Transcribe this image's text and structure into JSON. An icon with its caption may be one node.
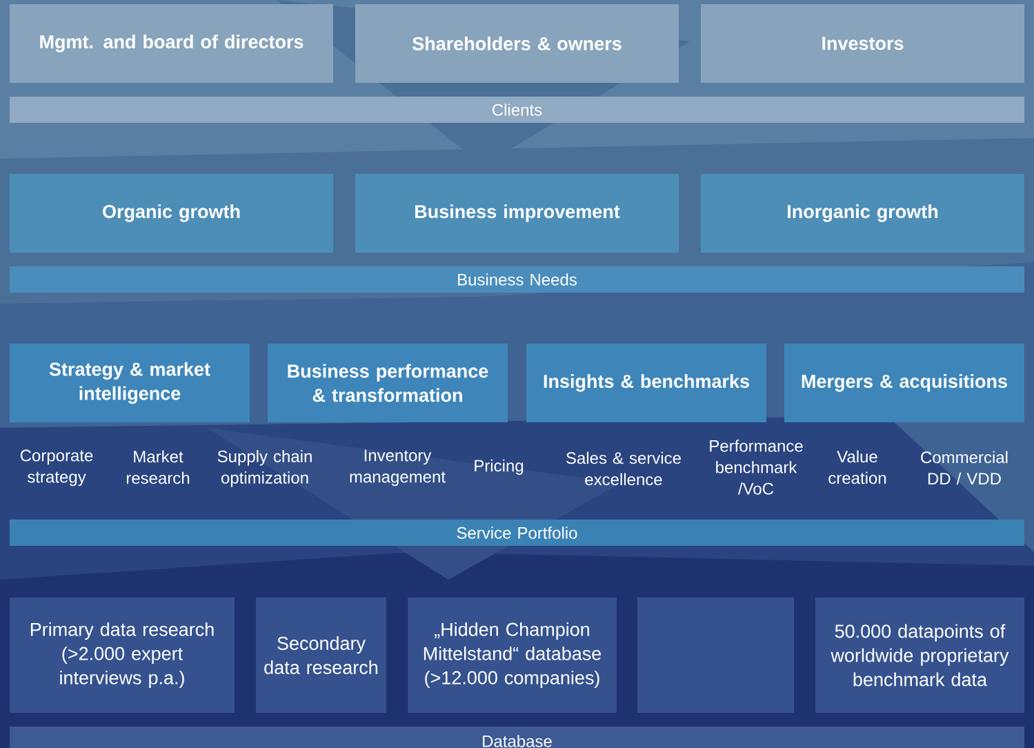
{
  "diagram": {
    "nodes": [
      {
        "text": [
          "Mgmt. and board of directors"
        ]
      },
      {
        "text": [
          "Shareholders & owners"
        ]
      },
      {
        "text": [
          "Investors"
        ]
      },
      {
        "text": [
          "Clients"
        ]
      },
      {
        "text": [
          "Organic growth"
        ]
      },
      {
        "text": [
          "Business improvement"
        ]
      },
      {
        "text": [
          "Inorganic growth"
        ]
      },
      {
        "text": [
          "Business Needs"
        ]
      },
      {
        "text": [
          "Strategy & market intelligence"
        ]
      },
      {
        "text": [
          "Business performance & transformation"
        ]
      },
      {
        "text": [
          "Insights & benchmarks"
        ]
      },
      {
        "text": [
          "Mergers & acquisitions"
        ]
      },
      {
        "text": [
          "Service Portfolio"
        ]
      },
      {
        "text": [
          "Primary data research (>2.000 expert interviews p.a.)"
        ]
      },
      {
        "text": [
          "Secondary data research"
        ]
      },
      {
        "text": [
          "„Hidden Champion Mittelstand“ database (>12.000 companies)"
        ]
      },
      {
        "text": [],
        "shape": "box"
      },
      {
        "text": [
          "50.000 datapoints of worldwide proprietary benchmark data"
        ]
      },
      {
        "text": [
          "Database"
        ]
      }
    ],
    "labels": [
      "Corporate strategy",
      "Market research",
      "Supply chain optimization",
      "Inventory management",
      "Pricing",
      "Sales & service excellence",
      "Performance benchmark /VoC",
      "Value creation",
      "Commercial DD / VDD"
    ]
  }
}
